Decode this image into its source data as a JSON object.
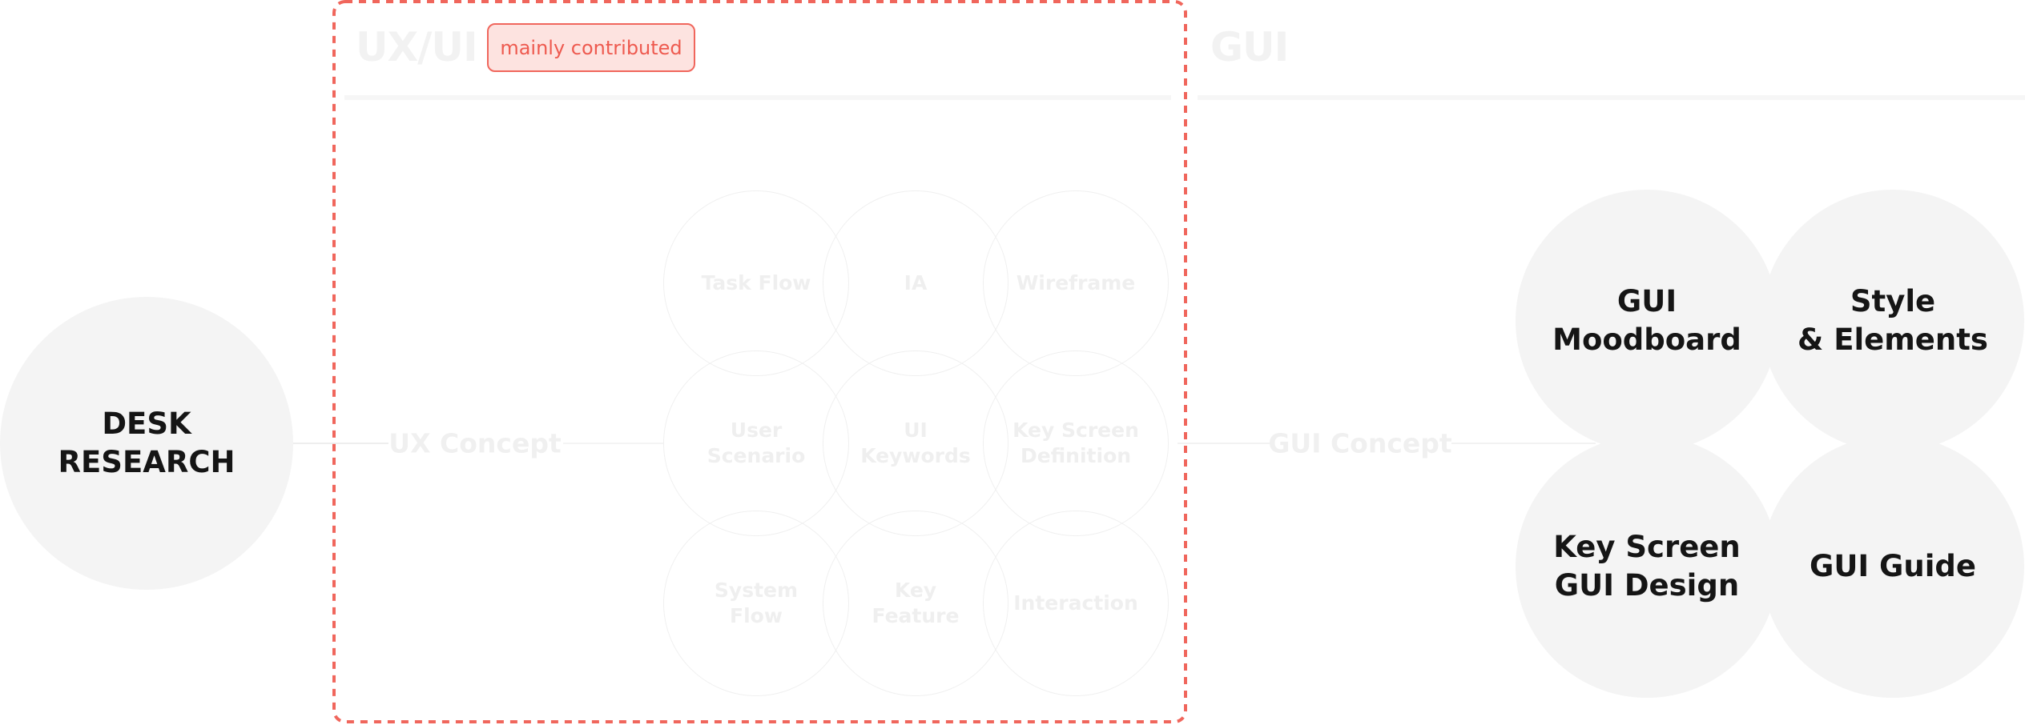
{
  "colors": {
    "highlight_border": "#f0665c",
    "badge_fill": "#fde3e0",
    "faded_text": "#efefef",
    "circle_fill": "#f4f4f4",
    "dark_text": "#151515"
  },
  "desk_research": {
    "label": "DESK\nRESEARCH"
  },
  "ux_section": {
    "title": "UX/UI",
    "badge": "mainly contributed",
    "concept": "UX Concept",
    "items": [
      {
        "label": "Task Flow"
      },
      {
        "label": "IA"
      },
      {
        "label": "Wireframe"
      },
      {
        "label": "User\nScenario"
      },
      {
        "label": "UI\nKeywords"
      },
      {
        "label": "Key Screen\nDefinition"
      },
      {
        "label": "System\nFlow"
      },
      {
        "label": "Key\nFeature"
      },
      {
        "label": "Interaction"
      }
    ]
  },
  "gui_section": {
    "title": "GUI",
    "concept": "GUI Concept",
    "items": [
      {
        "label": "GUI\nMoodboard"
      },
      {
        "label": "Style\n& Elements"
      },
      {
        "label": "Key Screen\nGUI Design"
      },
      {
        "label": "GUI Guide"
      }
    ]
  }
}
